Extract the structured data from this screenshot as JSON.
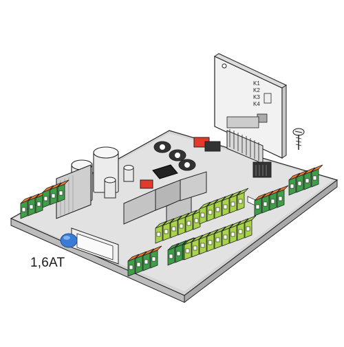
{
  "diagram": {
    "fuse_label": "1,6AT",
    "receiver_labels": [
      "K1",
      "K2",
      "K3",
      "K4"
    ],
    "colors": {
      "pcb": "#dcdcdc",
      "pcb_edge": "#b5b5b5",
      "outline": "#222222",
      "terminal_dark_green": "#3f9e48",
      "terminal_light_green": "#a8d34a",
      "terminal_orange": "#f07a2a",
      "relay_grey": "#c9c9c9",
      "fuse_blue": "#3a7bd5",
      "dip_red": "#e23b2b"
    }
  }
}
